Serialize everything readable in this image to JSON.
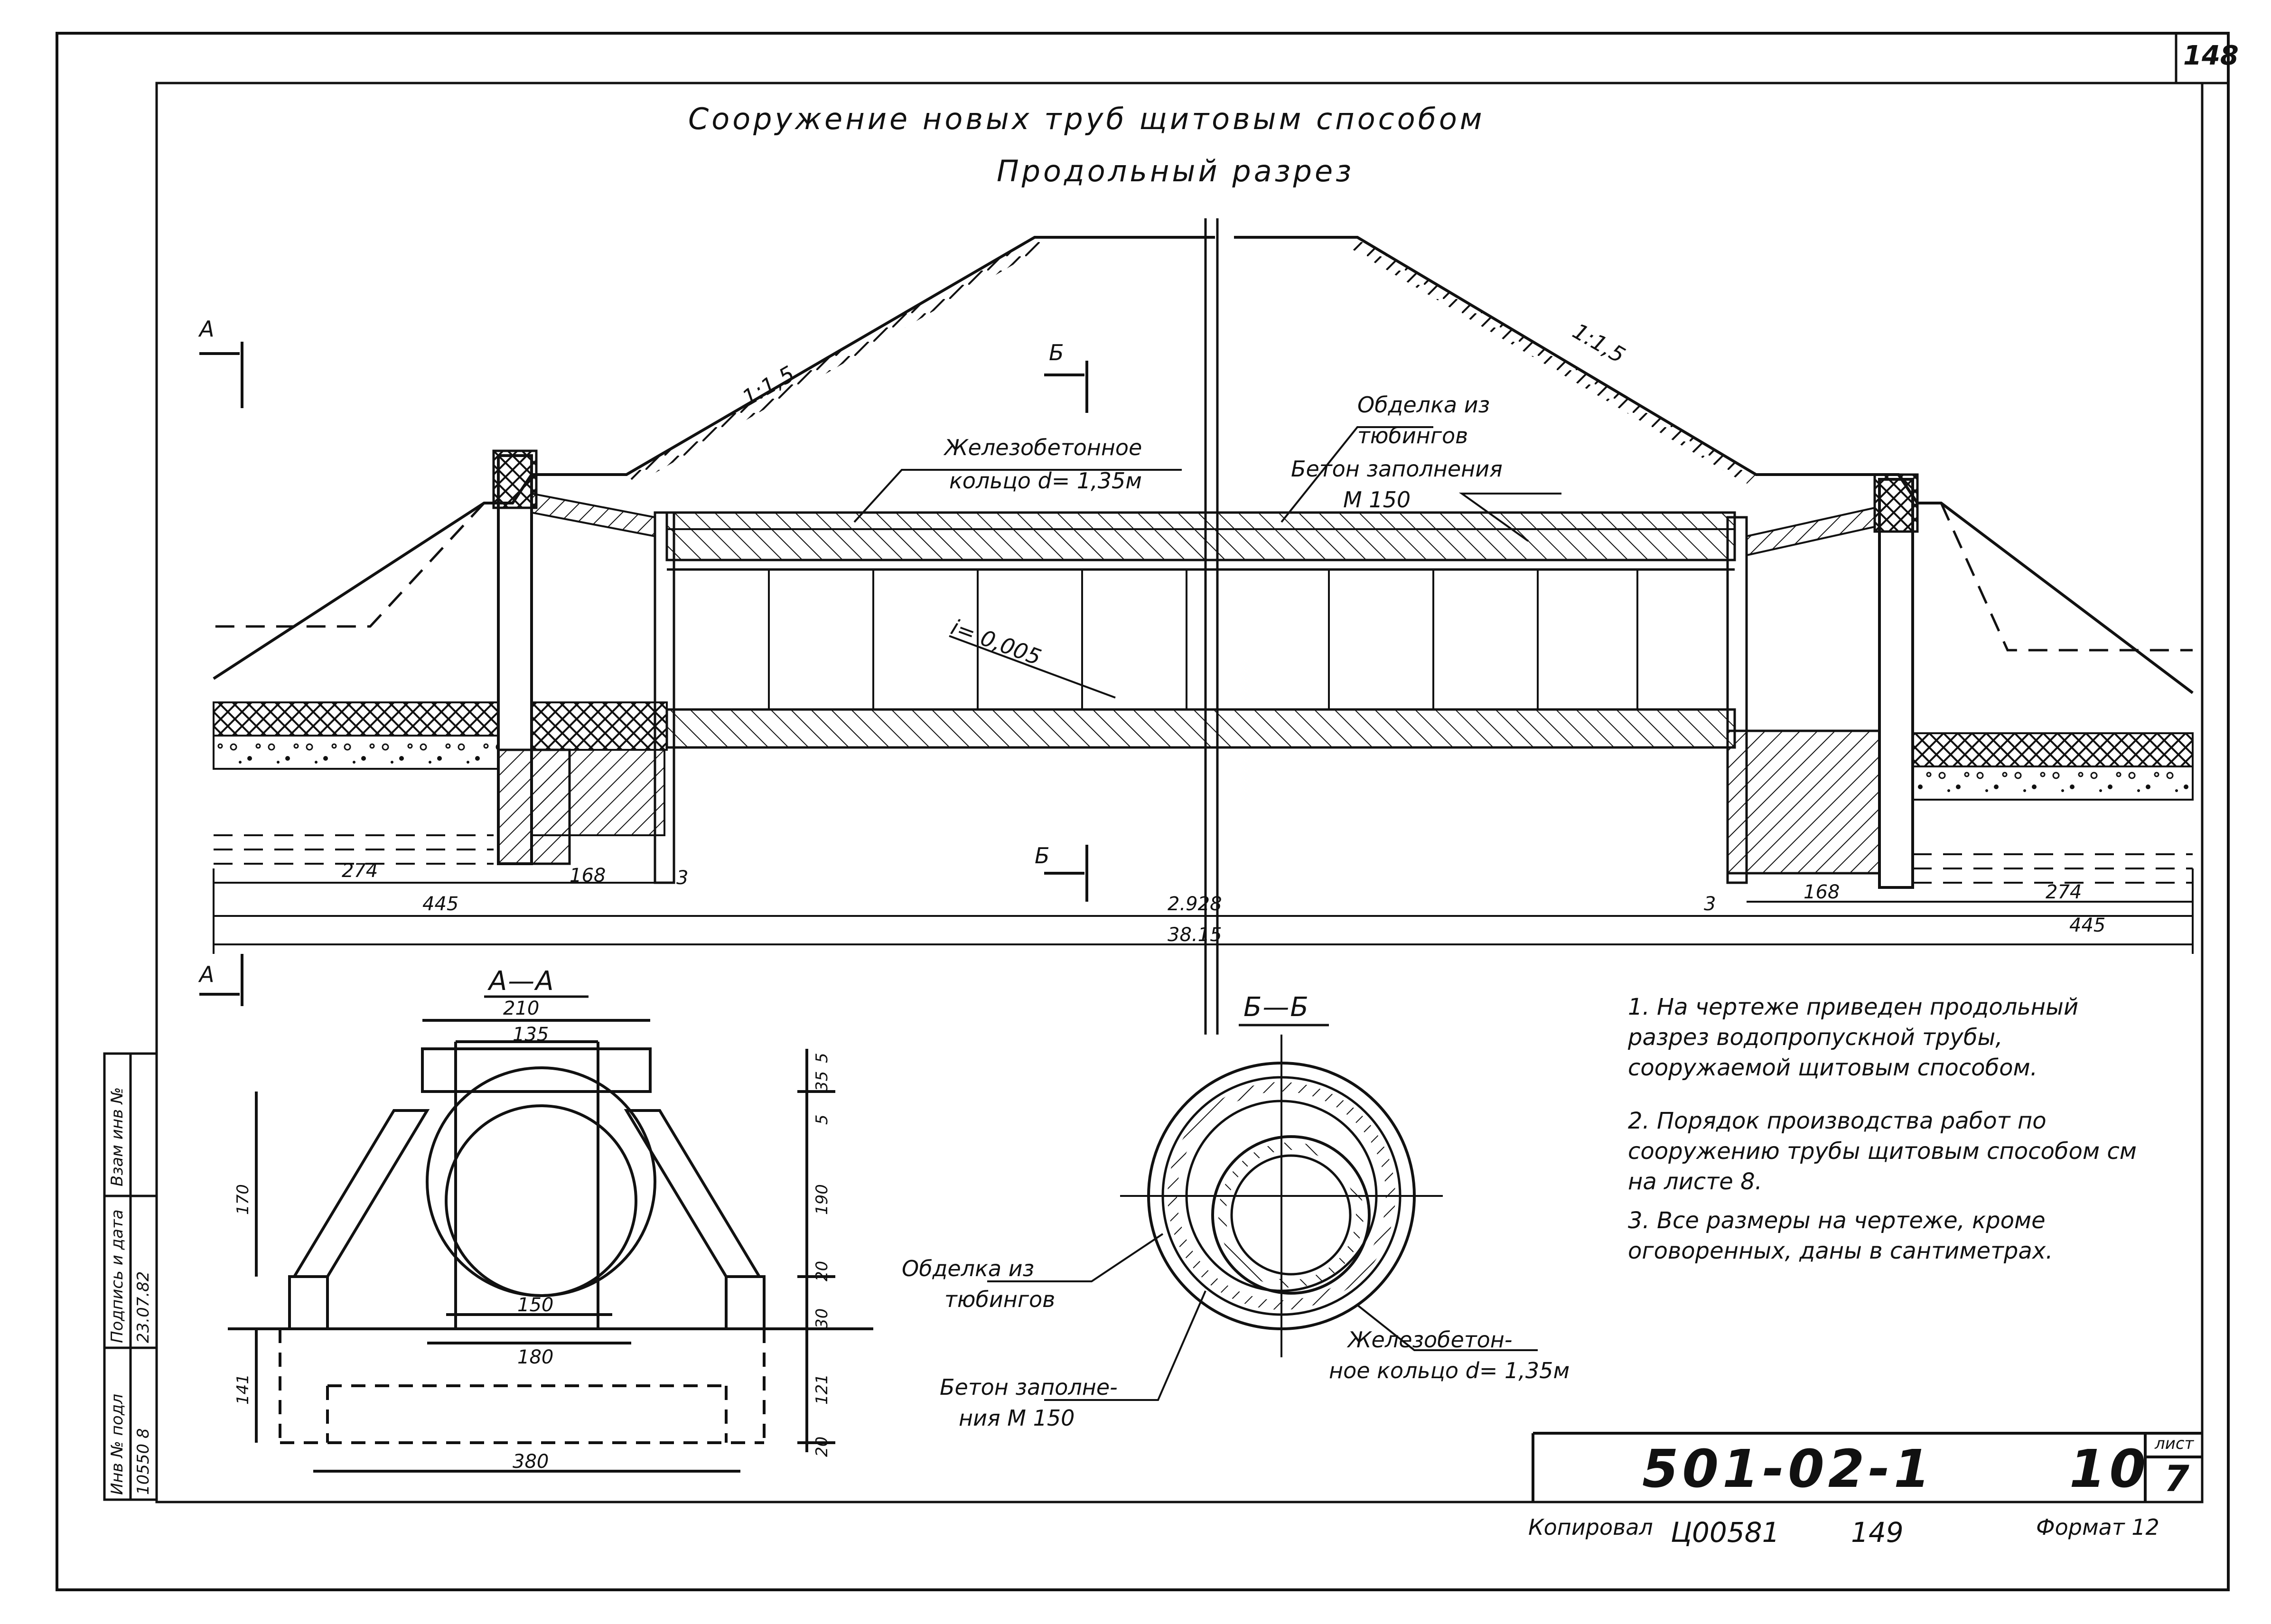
{
  "sheet_number": "148",
  "title": "Сооружение новых труб щитовым способом",
  "subtitle": "Продольный разрез",
  "section_marks": {
    "a": "А",
    "b": "Б"
  },
  "slopes": {
    "left": "1:1,5",
    "right": "1:1,5"
  },
  "gradient": "i= 0,005",
  "labels": {
    "ring_line1": "Железобетонное",
    "ring_line2": "кольцо d= 1,35м",
    "lining_line1": "Обделка из",
    "lining_line2": "тюбингов",
    "fill_line1": "Бетон заполнения",
    "fill_line2": "М 150"
  },
  "dimensions": {
    "d274_left": "274",
    "d168_left": "168",
    "d3_left": "3",
    "d445_left": "445",
    "d2928": "2.928",
    "d3815": "38.15",
    "d3_right": "3",
    "d168_right": "168",
    "d274_right": "274",
    "d445_right": "445"
  },
  "section_aa": {
    "title": "А—А",
    "d210": "210",
    "d135": "135",
    "d5a": "5",
    "d35": "35",
    "d5b": "5",
    "d190": "190",
    "d20a": "20",
    "d30": "30",
    "d121": "121",
    "d20b": "20",
    "d170": "170",
    "d141": "141",
    "d150": "150",
    "d180": "180",
    "d380": "380"
  },
  "section_bb": {
    "title": "Б—Б",
    "lining_line1": "Обделка из",
    "lining_line2": "тюбингов",
    "fill_line1": "Бетон заполне-",
    "fill_line2": "ния М 150",
    "ring_line1": "Железобетон-",
    "ring_line2": "ное кольцо d= 1,35м"
  },
  "notes": [
    "1. На чертеже приведен продольный разрез водопропускной трубы, сооружаемой щитовым способом.",
    "2. Порядок производства работ по сооружению трубы щитовым способом см на листе 8.",
    "3. Все размеры на чертеже, кроме оговоренных, даны в сантиметрах."
  ],
  "side_stamp": {
    "col1_top": "Взам инв №",
    "col2_top": "Подпись и дата",
    "col2_value": "23.07.82",
    "col3_top": "Инв № подл",
    "col3_value": "10550 8"
  },
  "title_block": {
    "code": "501-02-1",
    "sheet": "10",
    "list_label": "лист",
    "list_value": "7"
  },
  "footer": {
    "copied": "Копировал",
    "ident": "Ц00581",
    "num": "149",
    "format": "Формат 12"
  }
}
